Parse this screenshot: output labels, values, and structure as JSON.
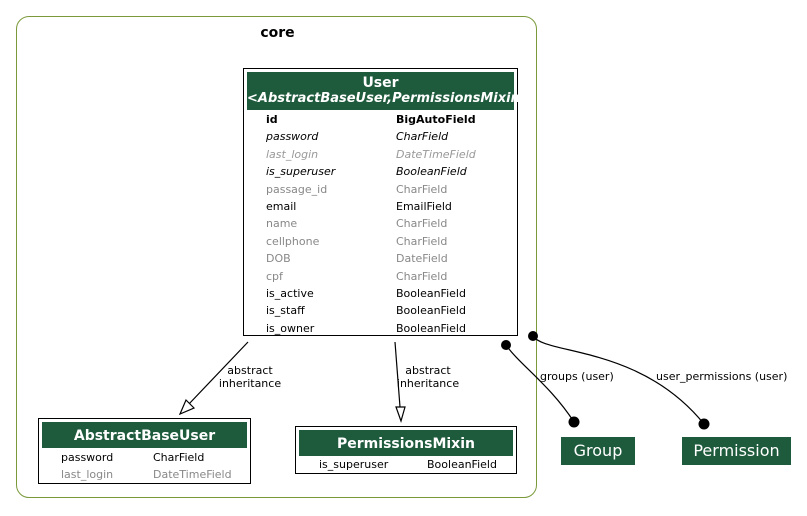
{
  "cluster": {
    "label": "core"
  },
  "user_model": {
    "title": "User",
    "subtitle": "<AbstractBaseUser,PermissionsMixin>",
    "fields": [
      {
        "name": "id",
        "type": "BigAutoField",
        "style": "pk"
      },
      {
        "name": "password",
        "type": "CharField",
        "style": "inh"
      },
      {
        "name": "last_login",
        "type": "DateTimeField",
        "style": "opt inh"
      },
      {
        "name": "is_superuser",
        "type": "BooleanField",
        "style": "inh"
      },
      {
        "name": "passage_id",
        "type": "CharField",
        "style": "opt"
      },
      {
        "name": "email",
        "type": "EmailField",
        "style": ""
      },
      {
        "name": "name",
        "type": "CharField",
        "style": "opt"
      },
      {
        "name": "cellphone",
        "type": "CharField",
        "style": "opt"
      },
      {
        "name": "DOB",
        "type": "DateField",
        "style": "opt"
      },
      {
        "name": "cpf",
        "type": "CharField",
        "style": "opt"
      },
      {
        "name": "is_active",
        "type": "BooleanField",
        "style": ""
      },
      {
        "name": "is_staff",
        "type": "BooleanField",
        "style": ""
      },
      {
        "name": "is_owner",
        "type": "BooleanField",
        "style": ""
      }
    ]
  },
  "abstract_base_user": {
    "title": "AbstractBaseUser",
    "fields": [
      {
        "name": "password",
        "type": "CharField",
        "style": ""
      },
      {
        "name": "last_login",
        "type": "DateTimeField",
        "style": "opt"
      }
    ]
  },
  "permissions_mixin": {
    "title": "PermissionsMixin",
    "fields": [
      {
        "name": "is_superuser",
        "type": "BooleanField",
        "style": ""
      }
    ]
  },
  "external": {
    "group": "Group",
    "permission": "Permission"
  },
  "edges": {
    "abstract_inheritance_1": {
      "line1": "abstract",
      "line2": "inheritance"
    },
    "abstract_inheritance_2": {
      "line1": "abstract",
      "line2": "inheritance"
    },
    "groups": "groups (user)",
    "user_permissions": "user_permissions (user)"
  },
  "colors": {
    "header": "#1e5a3c",
    "cluster_border": "#7a9a3a"
  }
}
